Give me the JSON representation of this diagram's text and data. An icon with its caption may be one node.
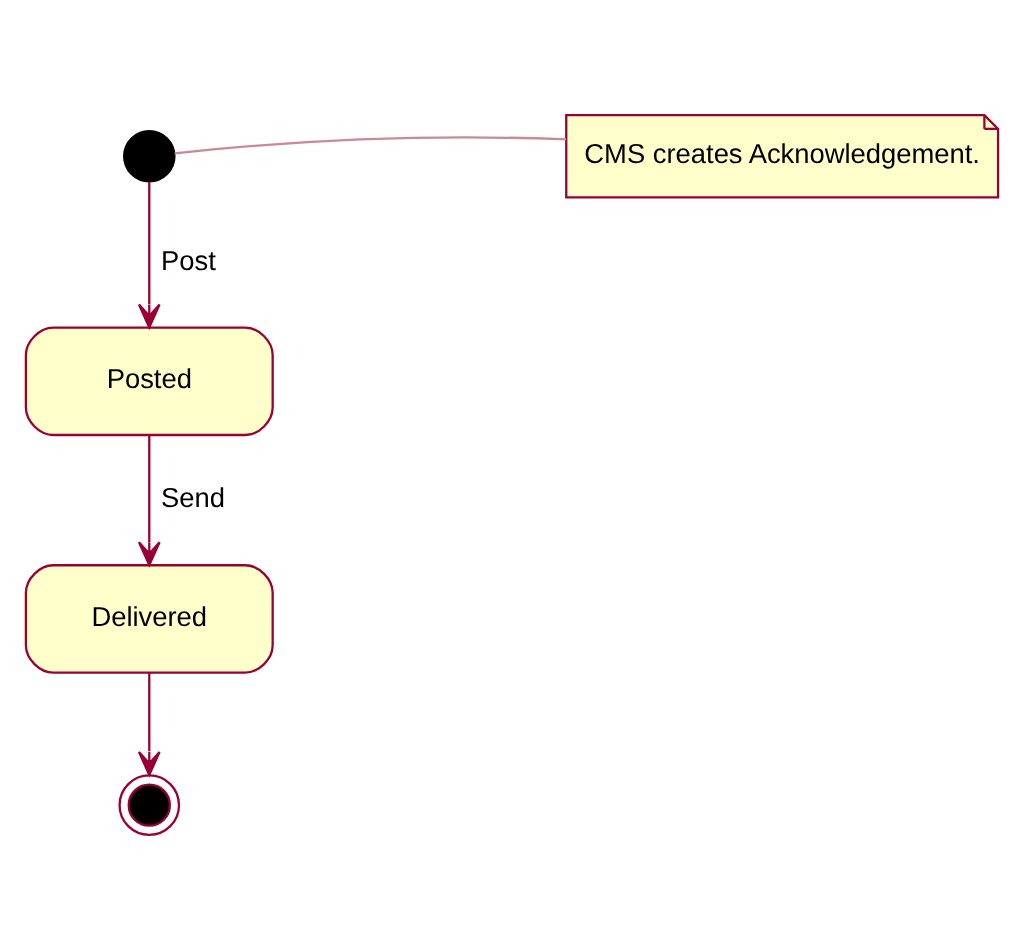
{
  "diagram": {
    "nodes": [
      {
        "text": [],
        "shape": "circle"
      },
      {
        "text": [
          "CMS creates Acknowledgement."
        ]
      },
      {
        "text": [
          "Posted"
        ]
      },
      {
        "text": [
          "Delivered"
        ]
      },
      {
        "text": [],
        "shape": "circle"
      }
    ],
    "edges": [
      {
        "from": 0,
        "to": 2,
        "arrow": "to",
        "label": "Post"
      },
      {
        "from": 2,
        "to": 3,
        "arrow": "to",
        "label": "Send"
      },
      {
        "from": 3,
        "to": 4,
        "arrow": "to"
      },
      {
        "from": 1,
        "to": 0,
        "arrow": "none",
        "color": "#cc8899"
      }
    ]
  }
}
